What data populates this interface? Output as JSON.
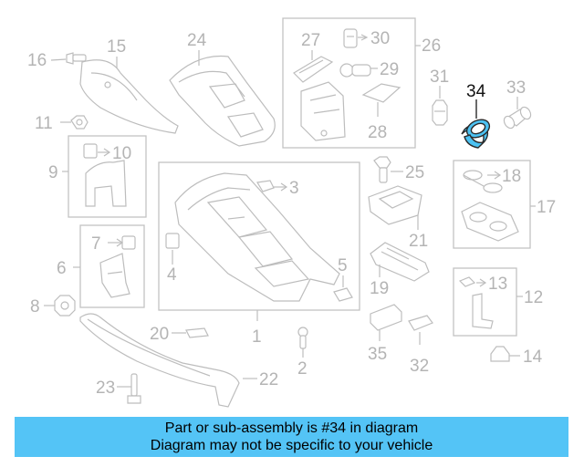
{
  "callouts": {
    "n1": "1",
    "n2": "2",
    "n3": "3",
    "n4": "4",
    "n5": "5",
    "n6": "6",
    "n7": "7",
    "n8": "8",
    "n9": "9",
    "n10": "10",
    "n11": "11",
    "n12": "12",
    "n13": "13",
    "n14": "14",
    "n15": "15",
    "n16": "16",
    "n17": "17",
    "n18": "18",
    "n19": "19",
    "n20": "20",
    "n21": "21",
    "n22": "22",
    "n23": "23",
    "n24": "24",
    "n25": "25",
    "n26": "26",
    "n27": "27",
    "n28": "28",
    "n29": "29",
    "n30": "30",
    "n31": "31",
    "n32": "32",
    "n33": "33",
    "n34": "34",
    "n35": "35"
  },
  "highlight": {
    "part": "34",
    "color": "#4cc2f2"
  },
  "banner": {
    "line1": "Part or sub-assembly is #34 in diagram",
    "line2": "Diagram may not be specific to your vehicle",
    "background": "#54c4f6"
  }
}
